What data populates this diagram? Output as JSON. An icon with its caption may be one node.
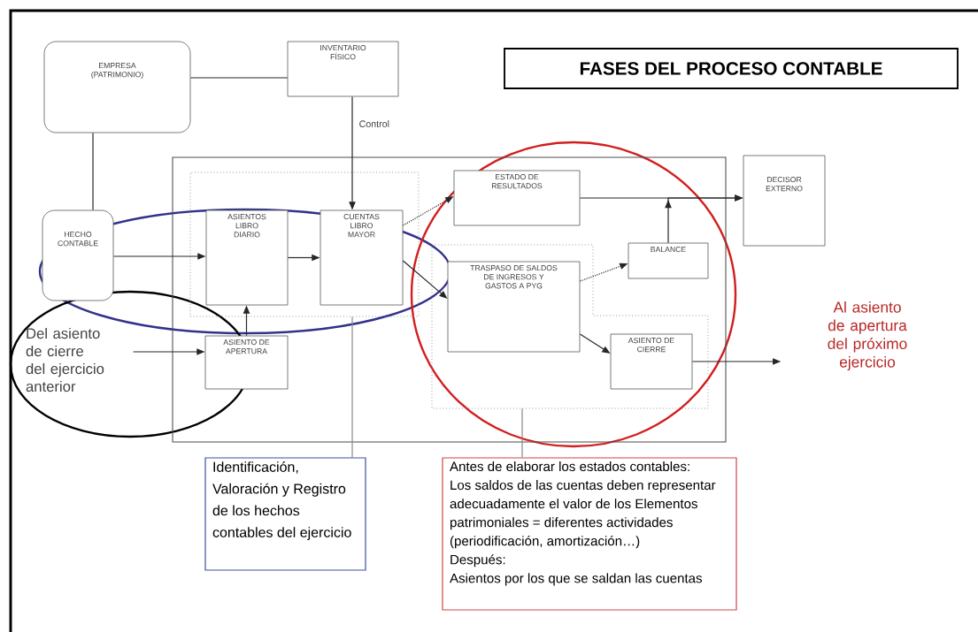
{
  "diagram": {
    "title": "FASES DEL PROCESO CONTABLE",
    "nodes": [
      {
        "text": [
          "EMPRESA (PATRIMONIO)"
        ]
      },
      {
        "text": [
          "INVENTARIO FÍSICO"
        ]
      },
      {
        "text": [],
        "shape": "box"
      },
      {
        "text": [],
        "shape": "box",
        "in": 2
      },
      {
        "text": [
          "ASIENTOS LIBRO DIARIO"
        ],
        "in": 3
      },
      {
        "text": [
          "CUENTAS LIBRO MAYOR"
        ],
        "in": 3
      },
      {
        "text": [
          "ESTADO DE RESULTADOS"
        ],
        "in": 2
      },
      {
        "text": [
          "DECISOR EXTERNO"
        ]
      },
      {
        "text": [],
        "shape": "box",
        "in": 2
      },
      {
        "text": [
          "BALANCE"
        ],
        "in": 2
      },
      {
        "text": [
          "TRASPASO DE SALDOS DE INGRESOS Y GASTOS A PYG"
        ],
        "in": 8
      },
      {
        "text": [
          "ASIENTO DE CIERRE"
        ],
        "in": 8
      },
      {
        "text": [
          "HECHO CONTABLE"
        ]
      },
      {
        "text": [
          "Del asiento de cierre del ejercicio anterior"
        ]
      },
      {
        "text": [
          "ASIENTO DE APERTURA"
        ],
        "in": 2
      },
      {
        "text": [
          "Al asiento de apertura del próximo ejercicio"
        ]
      },
      {
        "text": [
          "Identificación, Valoración y Registro de los hechos contables del ejercicio"
        ]
      },
      {
        "text": [
          "Antes de elaborar los estados contables:",
          "Los saldos de las cuentas deben representar adecuadamente el valor de los Elementos patrimoniales = diferentes actividades (periodificación, amortización…)",
          "Después:",
          "Asientos por los que se saldan las cuentas"
        ]
      }
    ],
    "edges": [
      {
        "from": 0,
        "to": 1,
        "arrow": "none"
      },
      {
        "from": 0,
        "to": 12,
        "arrow": "none"
      },
      {
        "from": 1,
        "to": 5,
        "arrow": "to",
        "label": "Control"
      },
      {
        "from": 12,
        "to": 4,
        "arrow": "to"
      },
      {
        "from": 4,
        "to": 5,
        "arrow": "to"
      },
      {
        "from": 5,
        "to": 6,
        "arrow": "to",
        "style": "dashed"
      },
      {
        "from": 5,
        "to": 10,
        "arrow": "to"
      },
      {
        "from": 6,
        "to": 7,
        "arrow": "to"
      },
      {
        "from": 9,
        "to": 7,
        "arrow": "to"
      },
      {
        "from": 10,
        "to": 9,
        "arrow": "to",
        "style": "dashed"
      },
      {
        "from": 10,
        "to": 11,
        "arrow": "to"
      },
      {
        "from": 11,
        "to": 15,
        "arrow": "to"
      },
      {
        "from": 13,
        "to": 14,
        "arrow": "to"
      },
      {
        "from": 14,
        "to": 4,
        "arrow": "to"
      },
      {
        "from": 16,
        "to": 3,
        "arrow": "none",
        "color": "#8a8a8a"
      },
      {
        "from": 17,
        "to": 8,
        "arrow": "none",
        "color": "#8a8a8a"
      }
    ]
  }
}
